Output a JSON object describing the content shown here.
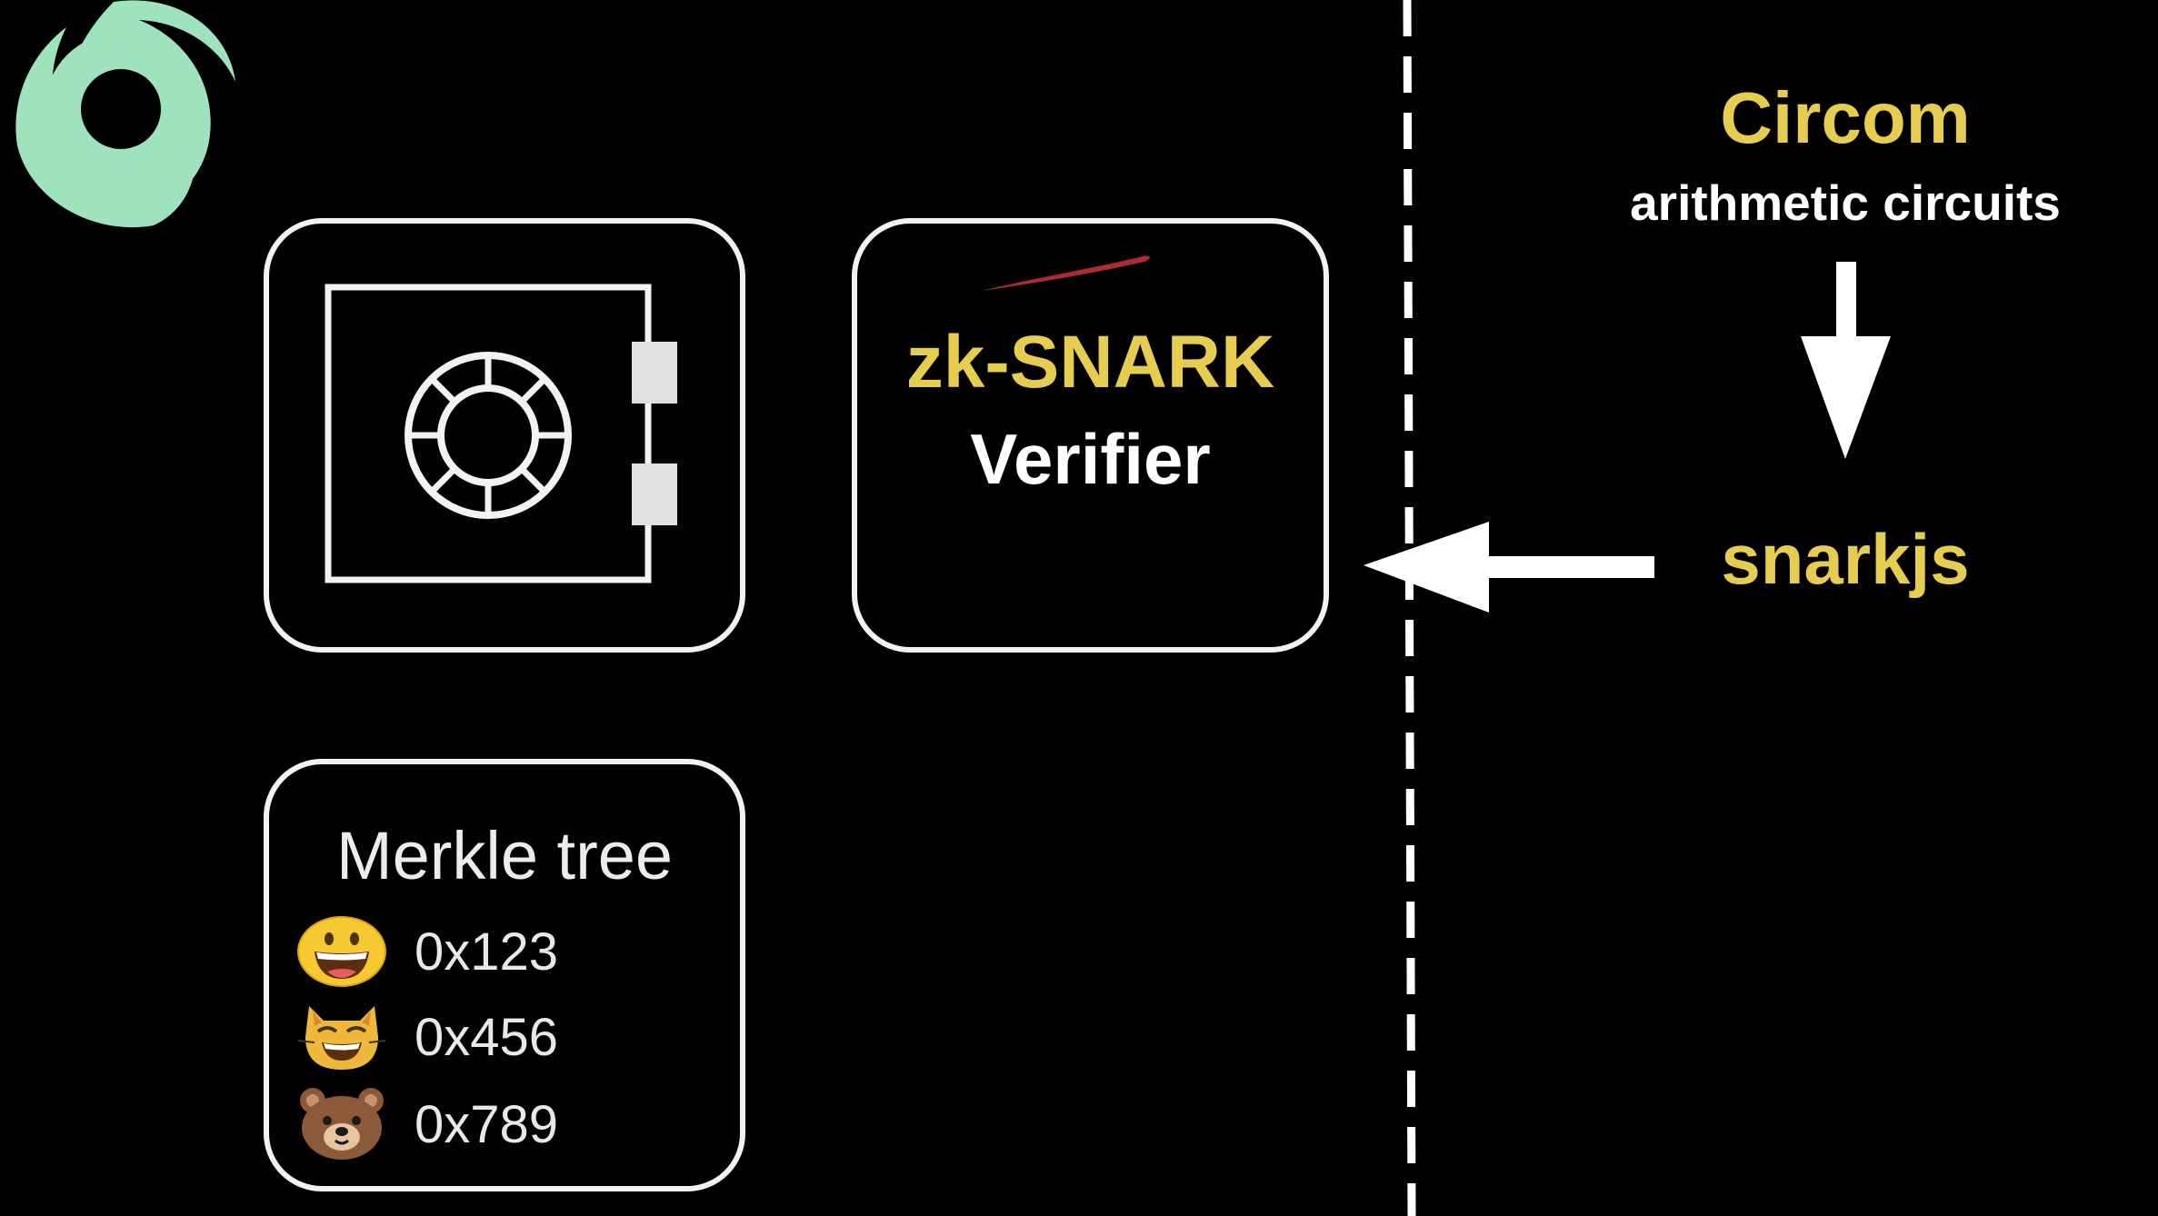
{
  "diagram": {
    "verifier": {
      "title": "zk-SNARK",
      "subtitle": "Verifier"
    },
    "merkle_tree": {
      "title": "Merkle tree",
      "leaves": [
        {
          "icon": "grinning-face-icon",
          "hash": "0x123"
        },
        {
          "icon": "cat-face-icon",
          "hash": "0x456"
        },
        {
          "icon": "bear-face-icon",
          "hash": "0x789"
        }
      ]
    },
    "circom": {
      "title": "Circom",
      "subtitle": "arithmetic circuits"
    },
    "snarkjs": {
      "label": "snarkjs"
    }
  },
  "colors": {
    "background": "#000000",
    "accent_yellow": "#e6cc4f",
    "logo_green": "#9fe3bd",
    "stroke_white": "#f2f2f2"
  }
}
